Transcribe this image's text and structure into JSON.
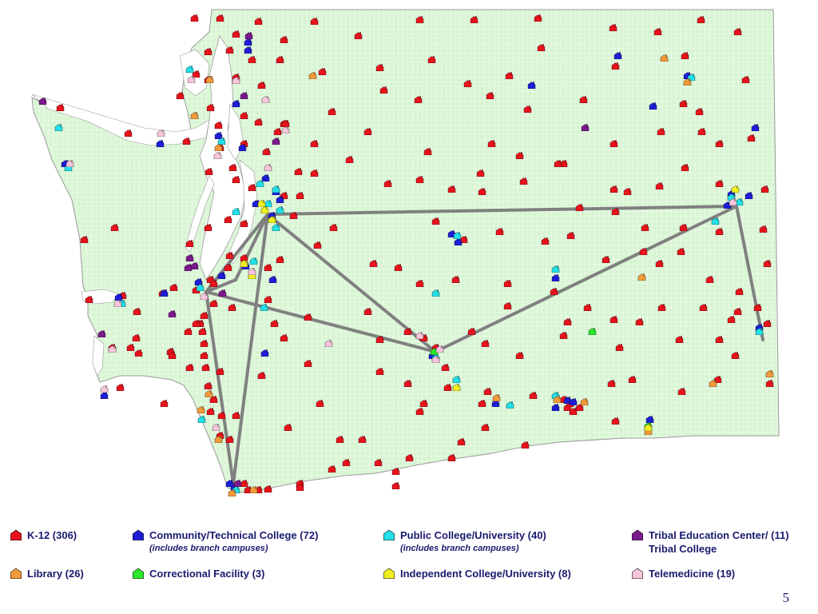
{
  "map": {
    "land_color": "#d8f5d3",
    "grid_color": "#ffffff",
    "water_color": "#ffffff",
    "border_color": "#9a9a9a",
    "network_line_color": "#808080"
  },
  "legend": [
    {
      "key": "k12",
      "label": "K-12 (306)",
      "sub": "",
      "color": "#e8141c"
    },
    {
      "key": "ctc",
      "label": "Community/Technical College (72)",
      "sub": "(includes branch campuses)",
      "color": "#1e1ed8"
    },
    {
      "key": "pcu",
      "label": "Public College/University (40)",
      "sub": "(includes branch campuses)",
      "color": "#22e0e8"
    },
    {
      "key": "tribal",
      "label": "Tribal Education Center/ (11)",
      "label2": "Tribal College",
      "sub": "",
      "color": "#7a1a8c"
    },
    {
      "key": "library",
      "label": "Library (26)",
      "sub": "",
      "color": "#f39a3a"
    },
    {
      "key": "corr",
      "label": "Correctional Facility (3)",
      "sub": "",
      "color": "#2ce82c"
    },
    {
      "key": "icu",
      "label": "Independent College/University (8)",
      "sub": "",
      "color": "#f0f020"
    },
    {
      "key": "tele",
      "label": "Telemedicine (19)",
      "sub": "",
      "color": "#f8c6dc"
    }
  ],
  "page_number": "5"
}
